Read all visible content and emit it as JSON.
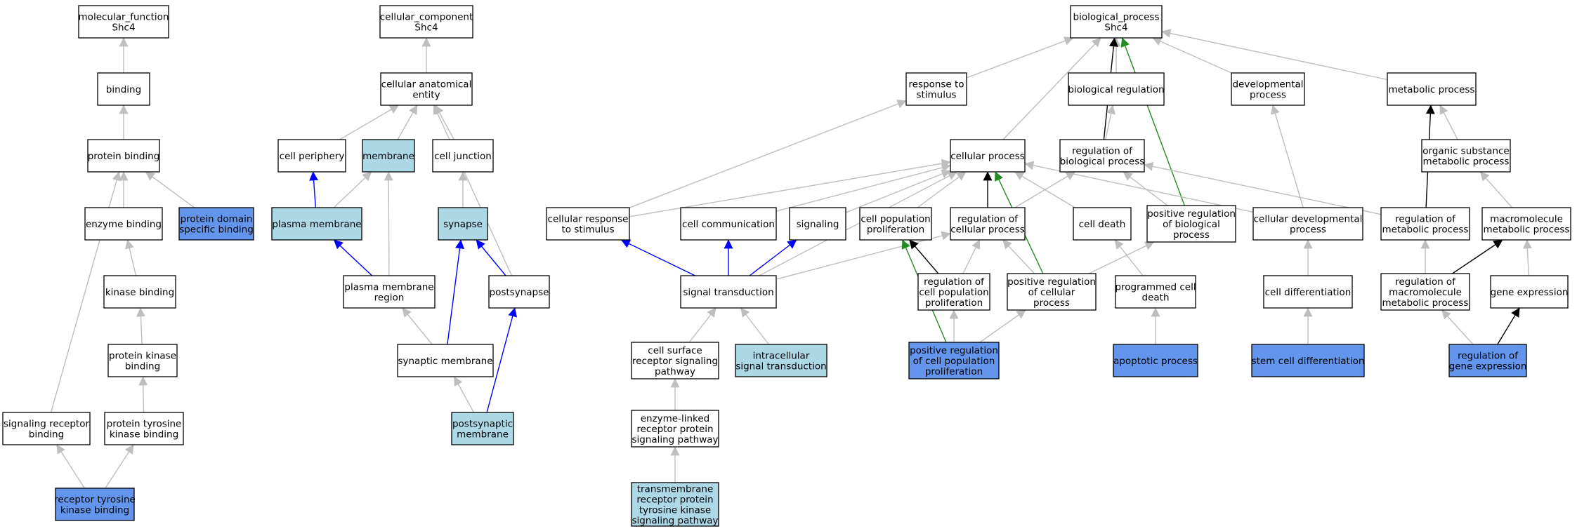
{
  "colors": {
    "default_fill": "#ffffff",
    "light": "#add8e6",
    "highlight": "#6495ed",
    "gray_edge": "#bebebe",
    "black_edge": "#000000",
    "blue_edge": "#0000ff",
    "green_edge": "#228b22"
  },
  "nodes": [
    {
      "id": "mf",
      "lines": [
        "molecular_function",
        "Shc4"
      ],
      "style": "default"
    },
    {
      "id": "binding",
      "lines": [
        "binding"
      ],
      "style": "default"
    },
    {
      "id": "protein_binding",
      "lines": [
        "protein binding"
      ],
      "style": "default"
    },
    {
      "id": "enzyme_binding",
      "lines": [
        "enzyme binding"
      ],
      "style": "default"
    },
    {
      "id": "protein_domain_specific_binding",
      "lines": [
        "protein domain",
        "specific binding"
      ],
      "style": "highlight"
    },
    {
      "id": "kinase_binding",
      "lines": [
        "kinase binding"
      ],
      "style": "default"
    },
    {
      "id": "protein_kinase_binding",
      "lines": [
        "protein kinase",
        "binding"
      ],
      "style": "default"
    },
    {
      "id": "signaling_receptor_binding",
      "lines": [
        "signaling receptor",
        "binding"
      ],
      "style": "default"
    },
    {
      "id": "protein_tyrosine_kinase_binding",
      "lines": [
        "protein tyrosine",
        "kinase binding"
      ],
      "style": "default"
    },
    {
      "id": "receptor_tyrosine_kinase_binding",
      "lines": [
        "receptor tyrosine",
        "kinase binding"
      ],
      "style": "highlight"
    },
    {
      "id": "cc",
      "lines": [
        "cellular_component",
        "Shc4"
      ],
      "style": "default"
    },
    {
      "id": "cellular_anatomical_entity",
      "lines": [
        "cellular anatomical",
        "entity"
      ],
      "style": "default"
    },
    {
      "id": "cell_periphery",
      "lines": [
        "cell periphery"
      ],
      "style": "default"
    },
    {
      "id": "membrane",
      "lines": [
        "membrane"
      ],
      "style": "light"
    },
    {
      "id": "cell_junction",
      "lines": [
        "cell junction"
      ],
      "style": "default"
    },
    {
      "id": "plasma_membrane",
      "lines": [
        "plasma membrane"
      ],
      "style": "light"
    },
    {
      "id": "synapse",
      "lines": [
        "synapse"
      ],
      "style": "light"
    },
    {
      "id": "plasma_membrane_region",
      "lines": [
        "plasma membrane",
        "region"
      ],
      "style": "default"
    },
    {
      "id": "postsynapse",
      "lines": [
        "postsynapse"
      ],
      "style": "default"
    },
    {
      "id": "synaptic_membrane",
      "lines": [
        "synaptic membrane"
      ],
      "style": "default"
    },
    {
      "id": "postsynaptic_membrane",
      "lines": [
        "postsynaptic",
        "membrane"
      ],
      "style": "light"
    },
    {
      "id": "bp",
      "lines": [
        "biological_process",
        "Shc4"
      ],
      "style": "default"
    },
    {
      "id": "response_to_stimulus",
      "lines": [
        "response to",
        "stimulus"
      ],
      "style": "default"
    },
    {
      "id": "biological_regulation",
      "lines": [
        "biological regulation"
      ],
      "style": "default"
    },
    {
      "id": "developmental_process",
      "lines": [
        "developmental",
        "process"
      ],
      "style": "default"
    },
    {
      "id": "metabolic_process",
      "lines": [
        "metabolic process"
      ],
      "style": "default"
    },
    {
      "id": "cellular_process",
      "lines": [
        "cellular process"
      ],
      "style": "default"
    },
    {
      "id": "regulation_of_biological_process",
      "lines": [
        "regulation of",
        "biological process"
      ],
      "style": "default"
    },
    {
      "id": "organic_substance_metabolic_process",
      "lines": [
        "organic substance",
        "metabolic process"
      ],
      "style": "default"
    },
    {
      "id": "cellular_response_to_stimulus",
      "lines": [
        "cellular response",
        "to stimulus"
      ],
      "style": "default"
    },
    {
      "id": "cell_communication",
      "lines": [
        "cell communication"
      ],
      "style": "default"
    },
    {
      "id": "signaling",
      "lines": [
        "signaling"
      ],
      "style": "default"
    },
    {
      "id": "cell_population_proliferation",
      "lines": [
        "cell population",
        "proliferation"
      ],
      "style": "default"
    },
    {
      "id": "regulation_of_cellular_process",
      "lines": [
        "regulation of",
        "cellular process"
      ],
      "style": "default"
    },
    {
      "id": "cell_death",
      "lines": [
        "cell death"
      ],
      "style": "default"
    },
    {
      "id": "positive_regulation_of_biological_process",
      "lines": [
        "positive regulation",
        "of biological",
        "process"
      ],
      "style": "default"
    },
    {
      "id": "cellular_developmental_process",
      "lines": [
        "cellular developmental",
        "process"
      ],
      "style": "default"
    },
    {
      "id": "regulation_of_metabolic_process",
      "lines": [
        "regulation of",
        "metabolic process"
      ],
      "style": "default"
    },
    {
      "id": "macromolecule_metabolic_process",
      "lines": [
        "macromolecule",
        "metabolic process"
      ],
      "style": "default"
    },
    {
      "id": "signal_transduction",
      "lines": [
        "signal transduction"
      ],
      "style": "default"
    },
    {
      "id": "regulation_of_cell_population_proliferation",
      "lines": [
        "regulation of",
        "cell population",
        "proliferation"
      ],
      "style": "default"
    },
    {
      "id": "positive_regulation_of_cellular_process",
      "lines": [
        "positive regulation",
        "of cellular",
        "process"
      ],
      "style": "default"
    },
    {
      "id": "programmed_cell_death",
      "lines": [
        "programmed cell",
        "death"
      ],
      "style": "default"
    },
    {
      "id": "cell_differentiation",
      "lines": [
        "cell differentiation"
      ],
      "style": "default"
    },
    {
      "id": "regulation_of_macromolecule_metabolic_process",
      "lines": [
        "regulation of",
        "macromolecule",
        "metabolic process"
      ],
      "style": "default"
    },
    {
      "id": "gene_expression",
      "lines": [
        "gene expression"
      ],
      "style": "default"
    },
    {
      "id": "cell_surface_receptor_signaling_pathway",
      "lines": [
        "cell surface",
        "receptor signaling",
        "pathway"
      ],
      "style": "default"
    },
    {
      "id": "intracellular_signal_transduction",
      "lines": [
        "intracellular",
        "signal transduction"
      ],
      "style": "light"
    },
    {
      "id": "positive_regulation_of_cell_population_proliferation",
      "lines": [
        "positive regulation",
        "of cell population",
        "proliferation"
      ],
      "style": "highlight"
    },
    {
      "id": "apoptotic_process",
      "lines": [
        "apoptotic process"
      ],
      "style": "highlight"
    },
    {
      "id": "stem_cell_differentiation",
      "lines": [
        "stem cell differentiation"
      ],
      "style": "highlight"
    },
    {
      "id": "regulation_of_gene_expression",
      "lines": [
        "regulation of",
        "gene expression"
      ],
      "style": "highlight"
    },
    {
      "id": "enzyme_linked_receptor_protein_signaling_pathway",
      "lines": [
        "enzyme-linked",
        "receptor protein",
        "signaling pathway"
      ],
      "style": "default"
    },
    {
      "id": "transmembrane_receptor_protein_tyrosine_kinase_signaling_pathway",
      "lines": [
        "transmembrane",
        "receptor protein",
        "tyrosine kinase",
        "signaling pathway"
      ],
      "style": "light"
    }
  ],
  "edges": [
    {
      "from": "binding",
      "to": "mf",
      "color": "gray"
    },
    {
      "from": "protein_binding",
      "to": "binding",
      "color": "gray"
    },
    {
      "from": "enzyme_binding",
      "to": "protein_binding",
      "color": "gray"
    },
    {
      "from": "protein_domain_specific_binding",
      "to": "protein_binding",
      "color": "gray"
    },
    {
      "from": "signaling_receptor_binding",
      "to": "protein_binding",
      "color": "gray"
    },
    {
      "from": "kinase_binding",
      "to": "enzyme_binding",
      "color": "gray"
    },
    {
      "from": "protein_kinase_binding",
      "to": "kinase_binding",
      "color": "gray"
    },
    {
      "from": "protein_tyrosine_kinase_binding",
      "to": "protein_kinase_binding",
      "color": "gray"
    },
    {
      "from": "receptor_tyrosine_kinase_binding",
      "to": "signaling_receptor_binding",
      "color": "gray"
    },
    {
      "from": "receptor_tyrosine_kinase_binding",
      "to": "protein_tyrosine_kinase_binding",
      "color": "gray"
    },
    {
      "from": "cellular_anatomical_entity",
      "to": "cc",
      "color": "gray"
    },
    {
      "from": "cell_periphery",
      "to": "cellular_anatomical_entity",
      "color": "gray"
    },
    {
      "from": "membrane",
      "to": "cellular_anatomical_entity",
      "color": "gray"
    },
    {
      "from": "cell_junction",
      "to": "cellular_anatomical_entity",
      "color": "gray"
    },
    {
      "from": "postsynapse",
      "to": "cellular_anatomical_entity",
      "color": "gray"
    },
    {
      "from": "plasma_membrane",
      "to": "cell_periphery",
      "color": "blue"
    },
    {
      "from": "plasma_membrane",
      "to": "membrane",
      "color": "gray"
    },
    {
      "from": "plasma_membrane_region",
      "to": "membrane",
      "color": "gray"
    },
    {
      "from": "synapse",
      "to": "cell_junction",
      "color": "gray"
    },
    {
      "from": "plasma_membrane_region",
      "to": "plasma_membrane",
      "color": "blue"
    },
    {
      "from": "postsynapse",
      "to": "synapse",
      "color": "blue"
    },
    {
      "from": "synaptic_membrane",
      "to": "synapse",
      "color": "blue"
    },
    {
      "from": "synaptic_membrane",
      "to": "plasma_membrane_region",
      "color": "gray"
    },
    {
      "from": "postsynaptic_membrane",
      "to": "synaptic_membrane",
      "color": "gray"
    },
    {
      "from": "postsynaptic_membrane",
      "to": "postsynapse",
      "color": "blue"
    },
    {
      "from": "response_to_stimulus",
      "to": "bp",
      "color": "gray"
    },
    {
      "from": "biological_regulation",
      "to": "bp",
      "color": "gray"
    },
    {
      "from": "developmental_process",
      "to": "bp",
      "color": "gray"
    },
    {
      "from": "metabolic_process",
      "to": "bp",
      "color": "gray"
    },
    {
      "from": "cellular_process",
      "to": "bp",
      "color": "gray"
    },
    {
      "from": "regulation_of_biological_process",
      "to": "bp",
      "color": "black"
    },
    {
      "from": "positive_regulation_of_biological_process",
      "to": "bp",
      "color": "green"
    },
    {
      "from": "regulation_of_biological_process",
      "to": "biological_regulation",
      "color": "gray"
    },
    {
      "from": "organic_substance_metabolic_process",
      "to": "metabolic_process",
      "color": "gray"
    },
    {
      "from": "regulation_of_metabolic_process",
      "to": "metabolic_process",
      "color": "black"
    },
    {
      "from": "cellular_response_to_stimulus",
      "to": "response_to_stimulus",
      "color": "gray"
    },
    {
      "from": "cellular_response_to_stimulus",
      "to": "cellular_process",
      "color": "gray"
    },
    {
      "from": "cell_communication",
      "to": "cellular_process",
      "color": "gray"
    },
    {
      "from": "signaling",
      "to": "cellular_process",
      "color": "gray"
    },
    {
      "from": "cell_population_proliferation",
      "to": "cellular_process",
      "color": "gray"
    },
    {
      "from": "regulation_of_cellular_process",
      "to": "cellular_process",
      "color": "black"
    },
    {
      "from": "cell_death",
      "to": "cellular_process",
      "color": "gray"
    },
    {
      "from": "cellular_developmental_process",
      "to": "cellular_process",
      "color": "gray"
    },
    {
      "from": "signal_transduction",
      "to": "cellular_process",
      "color": "gray"
    },
    {
      "from": "positive_regulation_of_cellular_process",
      "to": "cellular_process",
      "color": "green"
    },
    {
      "from": "regulation_of_cellular_process",
      "to": "regulation_of_biological_process",
      "color": "gray"
    },
    {
      "from": "positive_regulation_of_biological_process",
      "to": "regulation_of_biological_process",
      "color": "gray"
    },
    {
      "from": "regulation_of_metabolic_process",
      "to": "regulation_of_biological_process",
      "color": "gray"
    },
    {
      "from": "cellular_developmental_process",
      "to": "developmental_process",
      "color": "gray"
    },
    {
      "from": "macromolecule_metabolic_process",
      "to": "organic_substance_metabolic_process",
      "color": "gray"
    },
    {
      "from": "signal_transduction",
      "to": "cellular_response_to_stimulus",
      "color": "blue"
    },
    {
      "from": "signal_transduction",
      "to": "cell_communication",
      "color": "blue"
    },
    {
      "from": "signal_transduction",
      "to": "signaling",
      "color": "blue"
    },
    {
      "from": "signal_transduction",
      "to": "regulation_of_cellular_process",
      "color": "gray"
    },
    {
      "from": "regulation_of_cell_population_proliferation",
      "to": "cell_population_proliferation",
      "color": "black"
    },
    {
      "from": "positive_regulation_of_cell_population_proliferation",
      "to": "cell_population_proliferation",
      "color": "green"
    },
    {
      "from": "regulation_of_cell_population_proliferation",
      "to": "regulation_of_cellular_process",
      "color": "gray"
    },
    {
      "from": "positive_regulation_of_cellular_process",
      "to": "regulation_of_cellular_process",
      "color": "gray"
    },
    {
      "from": "positive_regulation_of_cellular_process",
      "to": "positive_regulation_of_biological_process",
      "color": "gray"
    },
    {
      "from": "programmed_cell_death",
      "to": "cell_death",
      "color": "gray"
    },
    {
      "from": "cell_differentiation",
      "to": "cellular_developmental_process",
      "color": "gray"
    },
    {
      "from": "regulation_of_macromolecule_metabolic_process",
      "to": "regulation_of_metabolic_process",
      "color": "gray"
    },
    {
      "from": "regulation_of_macromolecule_metabolic_process",
      "to": "macromolecule_metabolic_process",
      "color": "black"
    },
    {
      "from": "gene_expression",
      "to": "macromolecule_metabolic_process",
      "color": "gray"
    },
    {
      "from": "cell_surface_receptor_signaling_pathway",
      "to": "signal_transduction",
      "color": "gray"
    },
    {
      "from": "intracellular_signal_transduction",
      "to": "signal_transduction",
      "color": "gray"
    },
    {
      "from": "positive_regulation_of_cell_population_proliferation",
      "to": "regulation_of_cell_population_proliferation",
      "color": "gray"
    },
    {
      "from": "positive_regulation_of_cell_population_proliferation",
      "to": "positive_regulation_of_cellular_process",
      "color": "gray"
    },
    {
      "from": "apoptotic_process",
      "to": "programmed_cell_death",
      "color": "gray"
    },
    {
      "from": "stem_cell_differentiation",
      "to": "cell_differentiation",
      "color": "gray"
    },
    {
      "from": "regulation_of_gene_expression",
      "to": "regulation_of_macromolecule_metabolic_process",
      "color": "gray"
    },
    {
      "from": "regulation_of_gene_expression",
      "to": "gene_expression",
      "color": "black"
    },
    {
      "from": "enzyme_linked_receptor_protein_signaling_pathway",
      "to": "cell_surface_receptor_signaling_pathway",
      "color": "gray"
    },
    {
      "from": "transmembrane_receptor_protein_tyrosine_kinase_signaling_pathway",
      "to": "enzyme_linked_receptor_protein_signaling_pathway",
      "color": "gray"
    }
  ]
}
